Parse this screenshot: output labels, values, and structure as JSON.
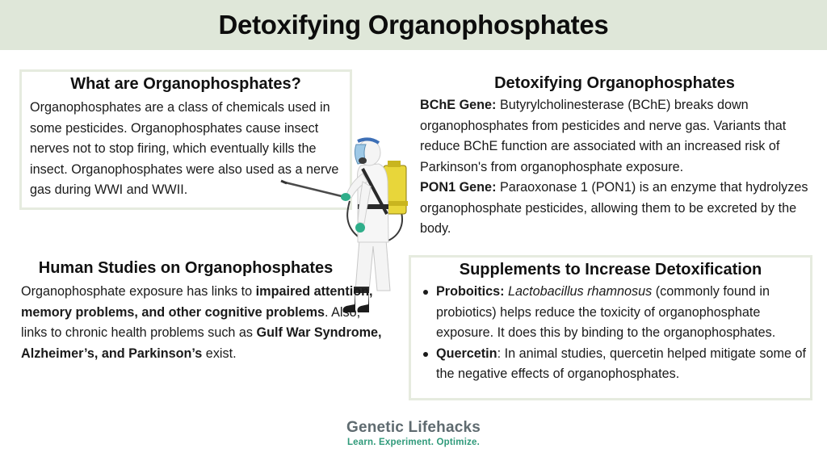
{
  "header": {
    "title": "Detoxifying Organophosphates"
  },
  "what": {
    "title": "What are Organophosphates?",
    "text": "Organophosphates are a class of chemicals used in some pesticides. Organophosphates cause insect nerves not to stop firing, which eventually kills the insect. Organophosphates were also used as a nerve gas during WWI and WWII."
  },
  "detox": {
    "title": "Detoxifying Organophosphates",
    "bche_label": "BChE Gene:",
    "bche_text": " Butyrylcholinesterase (BChE) breaks down organophosphates from pesticides and nerve gas. Variants that reduce BChE function are associated with an increased risk of Parkinson's from organophosphate exposure.",
    "pon1_label": "PON1 Gene:",
    "pon1_text": " Paraoxonase 1 (PON1) is an enzyme that hydrolyzes organophosphate pesticides, allowing them to be excreted by the body."
  },
  "human": {
    "title": "Human Studies on Organophosphates",
    "text_1": "Organophosphate exposure has links to ",
    "bold_1": "impaired attention, memory problems, and other cognitive problems",
    "text_2": ". Also, links to chronic health problems such as ",
    "bold_2": "Gulf War Syndrome, Alzheimer’s, and Parkinson’s",
    "text_3": " exist."
  },
  "supplements": {
    "title": "Supplements to Increase Detoxification",
    "items": [
      {
        "label": "Proboitics:",
        "italic": "Lactobacillus rhamnosus",
        "text": " (commonly found in probiotics) helps reduce the toxicity of organophosphate exposure. It does this by binding to the organophosphates."
      },
      {
        "label": "Quercetin",
        "text": ": In animal studies, quercetin helped mitigate some of the negative effects of organophosphates."
      }
    ]
  },
  "logo": {
    "name": "Genetic Lifehacks",
    "tagline": "Learn. Experiment. Optimize."
  },
  "colors": {
    "header_bg": "#dfe7d9",
    "box_border": "#e6ebdf",
    "tagline": "#2f9a7a",
    "logo_name": "#5f6b70"
  },
  "illustration": {
    "icon": "pesticide-sprayer-worker-icon"
  }
}
